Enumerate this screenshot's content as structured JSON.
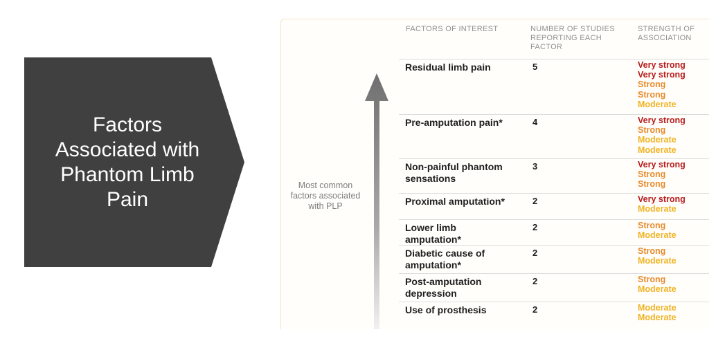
{
  "banner": {
    "title": "Factors Associated with Phantom Limb Pain",
    "fill": "#404040"
  },
  "table": {
    "headers": {
      "factor": "FACTORS OF INTEREST",
      "studies": "NUMBER OF STUDIES REPORTING EACH FACTOR",
      "strength": "STRENGTH OF ASSOCIATION"
    },
    "side_label": "Most common factors associated with PLP",
    "colors": {
      "Very strong": "#b71c1c",
      "Strong": "#e88a2b",
      "Moderate": "#f0b323"
    },
    "rows": [
      {
        "factor": "Residual limb pain",
        "count": "5",
        "strengths": [
          "Very strong",
          "Very strong",
          "Strong",
          "Strong",
          "Moderate"
        ]
      },
      {
        "factor": "Pre-amputation pain*",
        "count": "4",
        "strengths": [
          "Very strong",
          "Strong",
          "Moderate",
          "Moderate"
        ]
      },
      {
        "factor": "Non-painful phantom sensations",
        "count": "3",
        "strengths": [
          "Very strong",
          "Strong",
          "Strong"
        ]
      },
      {
        "factor": "Proximal amputation*",
        "count": "2",
        "strengths": [
          "Very strong",
          "Moderate"
        ]
      },
      {
        "factor": "Lower limb amputation*",
        "count": "2",
        "strengths": [
          "Strong",
          "Moderate"
        ]
      },
      {
        "factor": "Diabetic cause of amputation*",
        "count": "2",
        "strengths": [
          "Strong",
          "Moderate"
        ]
      },
      {
        "factor": "Post-amputation depression",
        "count": "2",
        "strengths": [
          "Strong",
          "Moderate"
        ]
      },
      {
        "factor": "Use of prosthesis",
        "count": "2",
        "strengths": [
          "Moderate",
          "Moderate"
        ]
      }
    ]
  }
}
